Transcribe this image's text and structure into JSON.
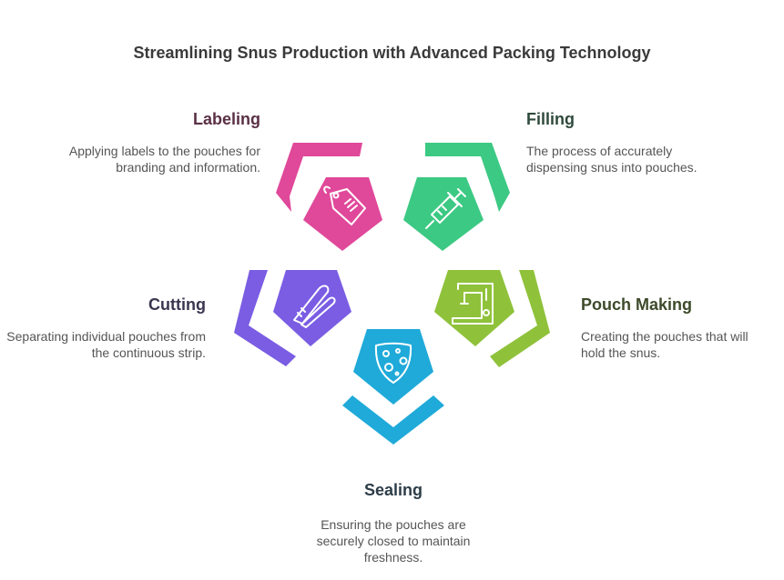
{
  "title": "Streamlining Snus Production with Advanced Packing Technology",
  "steps": {
    "labeling": {
      "heading": "Labeling",
      "description": "Applying labels to the pouches for branding and information.",
      "icon": "price-tag-icon",
      "color": "#e0489a",
      "heading_color": "#5a3045"
    },
    "filling": {
      "heading": "Filling",
      "description": "The process of accurately dispensing snus into pouches.",
      "icon": "syringe-icon",
      "color": "#3cc983",
      "heading_color": "#2f4a3c"
    },
    "pouch_making": {
      "heading": "Pouch Making",
      "description": "Creating the pouches that will hold the snus.",
      "icon": "sewing-machine-icon",
      "color": "#8fc23a",
      "heading_color": "#3d4a2a"
    },
    "sealing": {
      "heading": "Sealing",
      "description": "Ensuring the pouches are securely closed to maintain freshness.",
      "icon": "shield-bubbles-icon",
      "color": "#1faad9",
      "heading_color": "#2d3d48"
    },
    "cutting": {
      "heading": "Cutting",
      "description": "Separating individual pouches from the continuous strip.",
      "icon": "scissors-icon",
      "color": "#7a5de3",
      "heading_color": "#3b3550"
    }
  }
}
